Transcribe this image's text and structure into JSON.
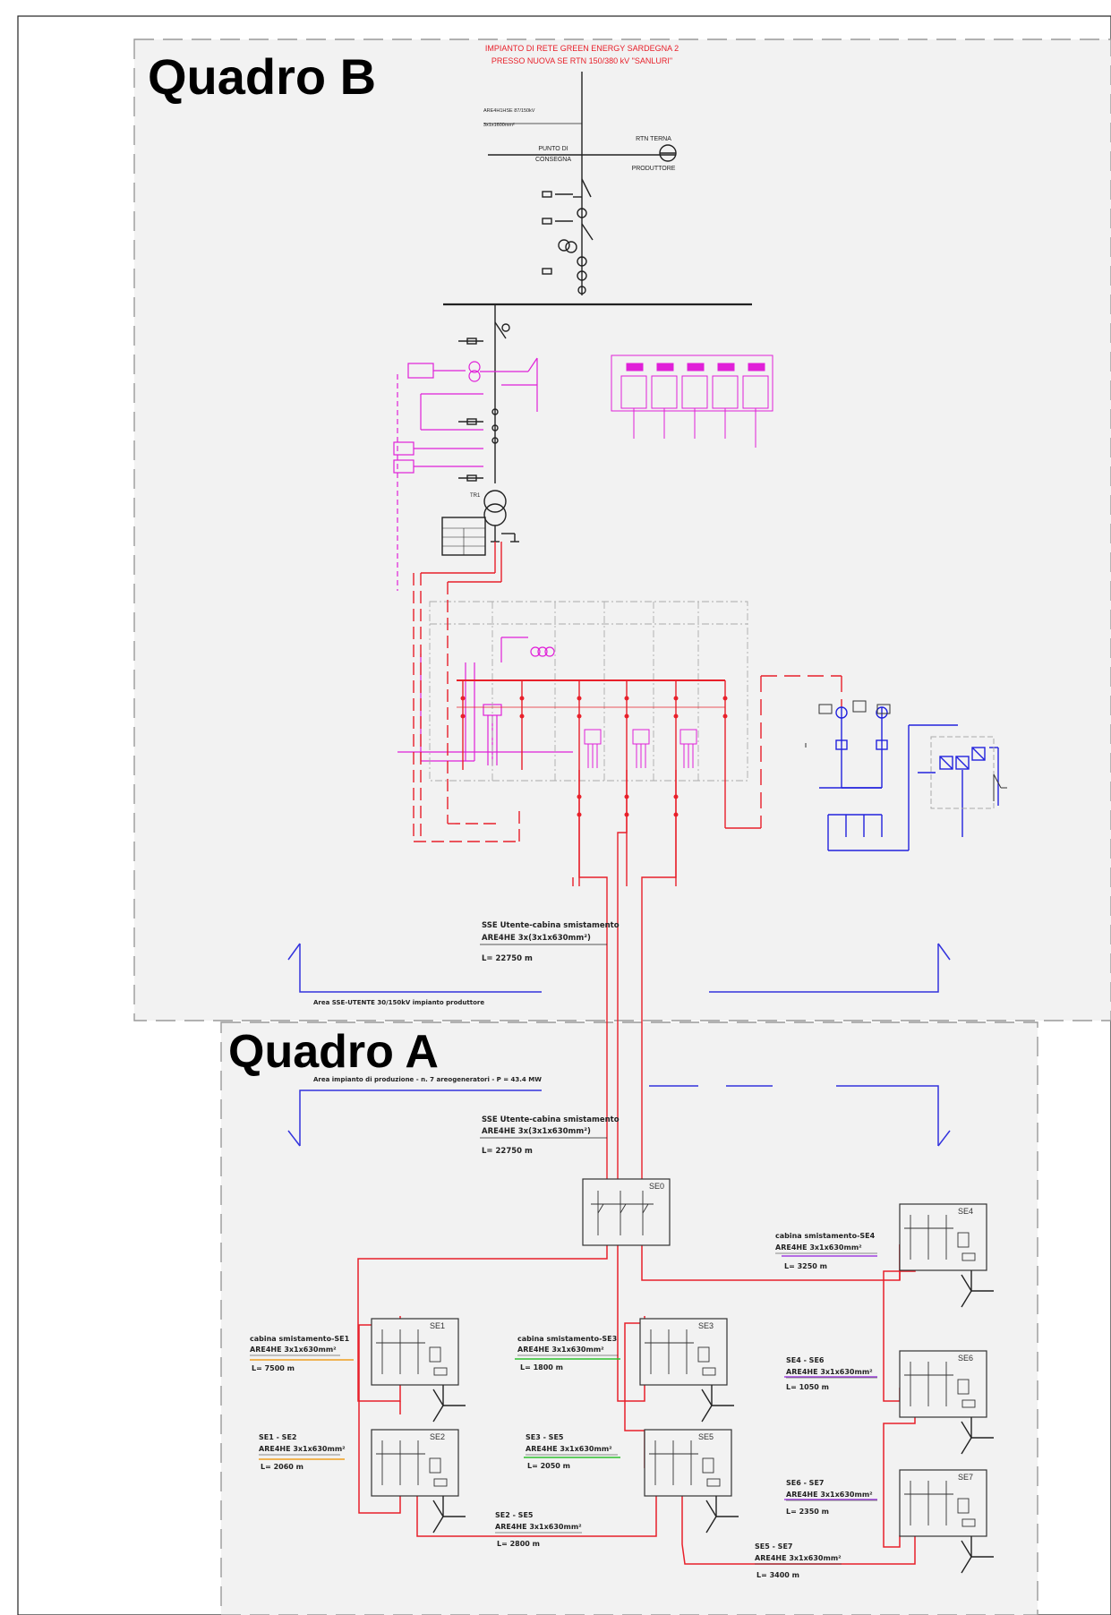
{
  "panels": {
    "quadro_b": {
      "title": "Quadro B"
    },
    "quadro_a": {
      "title": "Quadro A"
    }
  },
  "header": {
    "line1": "IMPIANTO DI RETE GREEN ENERGY SARDEGNA 2",
    "line2": "PRESSO NUOVA SE RTN 150/380 kV \"SANLURI\""
  },
  "grid": {
    "cable_type": "ARE4H1HSE 87/150kV",
    "cable_section": "3x1x1600mm²",
    "delivery_point_1": "PUNTO DI",
    "delivery_point_2": "CONSEGNA",
    "rtn": "RTN TERNA",
    "producer": "PRODUTTORE"
  },
  "transformer": {
    "label": "TR1"
  },
  "links": {
    "b_main": {
      "l1": "SSE Utente-cabina smistamento",
      "l2": "ARE4HE 3x(3x1x630mm²)",
      "l3": "L= 22750 m"
    },
    "a_main": {
      "l1": "SSE Utente-cabina smistamento",
      "l2": "ARE4HE 3x(3x1x630mm²)",
      "l3": "L= 22750 m"
    },
    "se0_se1": {
      "l1": "cabina smistamento-SE1",
      "l2": "ARE4HE 3x1x630mm²",
      "l3": "L= 7500 m"
    },
    "se1_se2": {
      "l1": "SE1 - SE2",
      "l2": "ARE4HE 3x1x630mm²",
      "l3": "L= 2060 m"
    },
    "se0_se3": {
      "l1": "cabina smistamento-SE3",
      "l2": "ARE4HE 3x1x630mm²",
      "l3": "L= 1800 m"
    },
    "se3_se5": {
      "l1": "SE3 - SE5",
      "l2": "ARE4HE 3x1x630mm²",
      "l3": "L= 2050 m"
    },
    "se2_se5": {
      "l1": "SE2 - SE5",
      "l2": "ARE4HE 3x1x630mm²",
      "l3": "L= 2800 m"
    },
    "se0_se4": {
      "l1": "cabina smistamento-SE4",
      "l2": "ARE4HE 3x1x630mm²",
      "l3": "L= 3250 m"
    },
    "se4_se6": {
      "l1": "SE4 - SE6",
      "l2": "ARE4HE 3x1x630mm²",
      "l3": "L= 1050 m"
    },
    "se6_se7": {
      "l1": "SE6 - SE7",
      "l2": "ARE4HE 3x1x630mm²",
      "l3": "L= 2350 m"
    },
    "se5_se7": {
      "l1": "SE5 - SE7",
      "l2": "ARE4HE 3x1x630mm²",
      "l3": "L= 3400 m"
    }
  },
  "areas": {
    "utente": "Area SSE-UTENTE 30/150kV impianto produttore",
    "produzione": "Area impianto di produzione - n. 7 areogeneratori - P = 43.4 MW"
  },
  "stations": {
    "se0": "SE0",
    "se1": "SE1",
    "se2": "SE2",
    "se3": "SE3",
    "se4": "SE4",
    "se5": "SE5",
    "se6": "SE6",
    "se7": "SE7"
  },
  "colors": {
    "red": "#e8202a",
    "magenta": "#e020d8",
    "blue": "#2222dd",
    "orange": "#f0a020",
    "green": "#30c030",
    "purple": "#a040e0",
    "panel_bg": "#f2f2f2"
  }
}
